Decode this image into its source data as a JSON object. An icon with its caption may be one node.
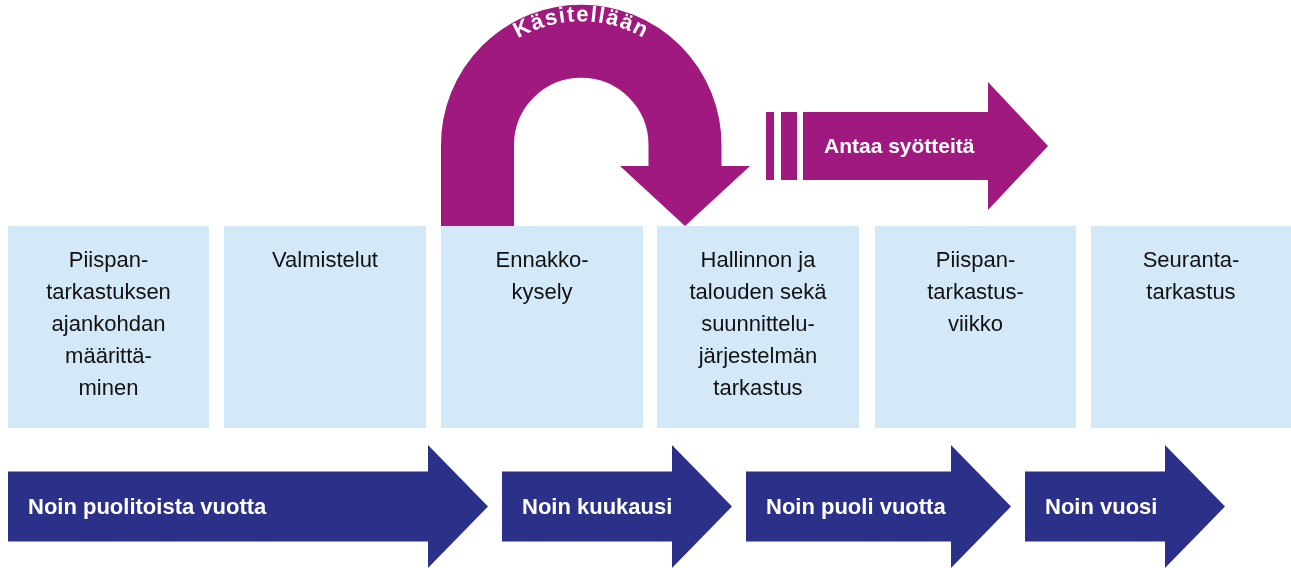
{
  "diagram": {
    "nodes": [
      {
        "text": [
          "Antaa syötteitä"
        ]
      },
      {
        "text": [
          "Piispan- tarkastuksen ajankohdan määrittä- minen"
        ]
      },
      {
        "text": [
          "Valmistelut"
        ]
      },
      {
        "text": [
          "Ennakko- kysely"
        ]
      },
      {
        "text": [
          "Hallinnon ja talouden sekä suunnittelu- järjestelmän tarkastus"
        ]
      },
      {
        "text": [
          "Piispan- tarkastus- viikko"
        ]
      },
      {
        "text": [
          "Seuranta- tarkastus"
        ]
      },
      {
        "text": [
          "Noin puolitoista vuotta"
        ]
      },
      {
        "text": [
          "Noin kuukausi"
        ]
      },
      {
        "text": [
          "Noin puoli vuotta"
        ]
      },
      {
        "text": [
          "Noin vuosi"
        ]
      }
    ],
    "edges": [
      {
        "from": 3,
        "to": 4,
        "arrow": "to",
        "label": "Käsitellään"
      }
    ]
  }
}
